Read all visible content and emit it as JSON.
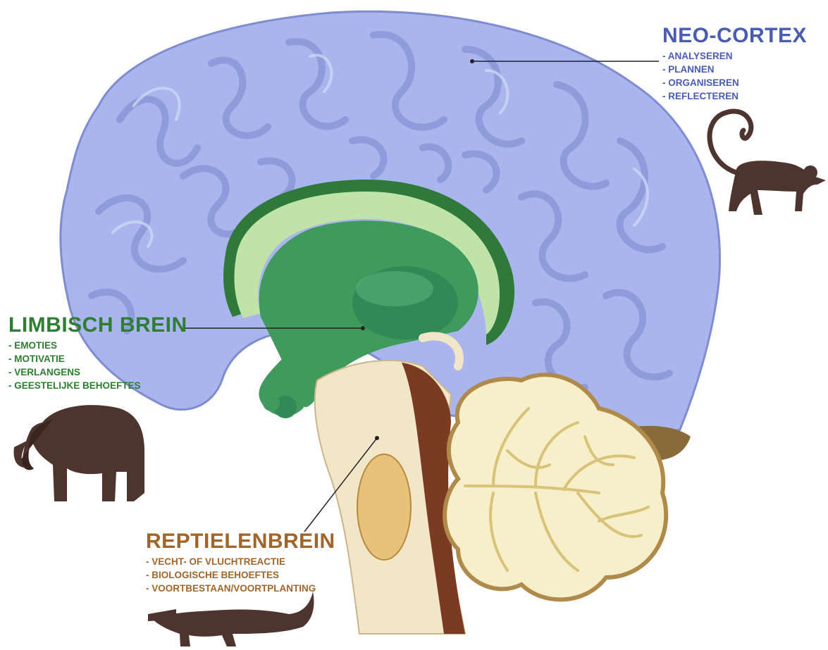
{
  "colors": {
    "neo": "#4a5bb3",
    "limbic": "#2e7d32",
    "reptile": "#a0652a",
    "cortex_fill": "#a9b5ec",
    "cortex_fold": "#8794d6",
    "limbic_fill": "#3f9a5e",
    "brainstem": "#f2e6c8",
    "cerebellum": "#f6efc9",
    "animal": "#4e342e"
  },
  "labels": {
    "neo": {
      "title": "NEO-CORTEX",
      "items": [
        "- ANALYSEREN",
        "- PLANNEN",
        "- ORGANISEREN",
        "- REFLECTEREN"
      ],
      "animal_icon": "monkey-icon"
    },
    "limbic": {
      "title": "LIMBISCH BREIN",
      "items": [
        "- EMOTIES",
        "- MOTIVATIE",
        "- VERLANGENS",
        "- GEESTELIJKE BEHOEFTES"
      ],
      "animal_icon": "elephant-icon"
    },
    "reptile": {
      "title": "REPTIELENBREIN",
      "items": [
        "- VECHT- OF VLUCHTREACTIE",
        "- BIOLOGISCHE BEHOEFTES",
        "- VOORTBESTAAN/VOORTPLANTING"
      ],
      "animal_icon": "crocodile-icon"
    }
  }
}
